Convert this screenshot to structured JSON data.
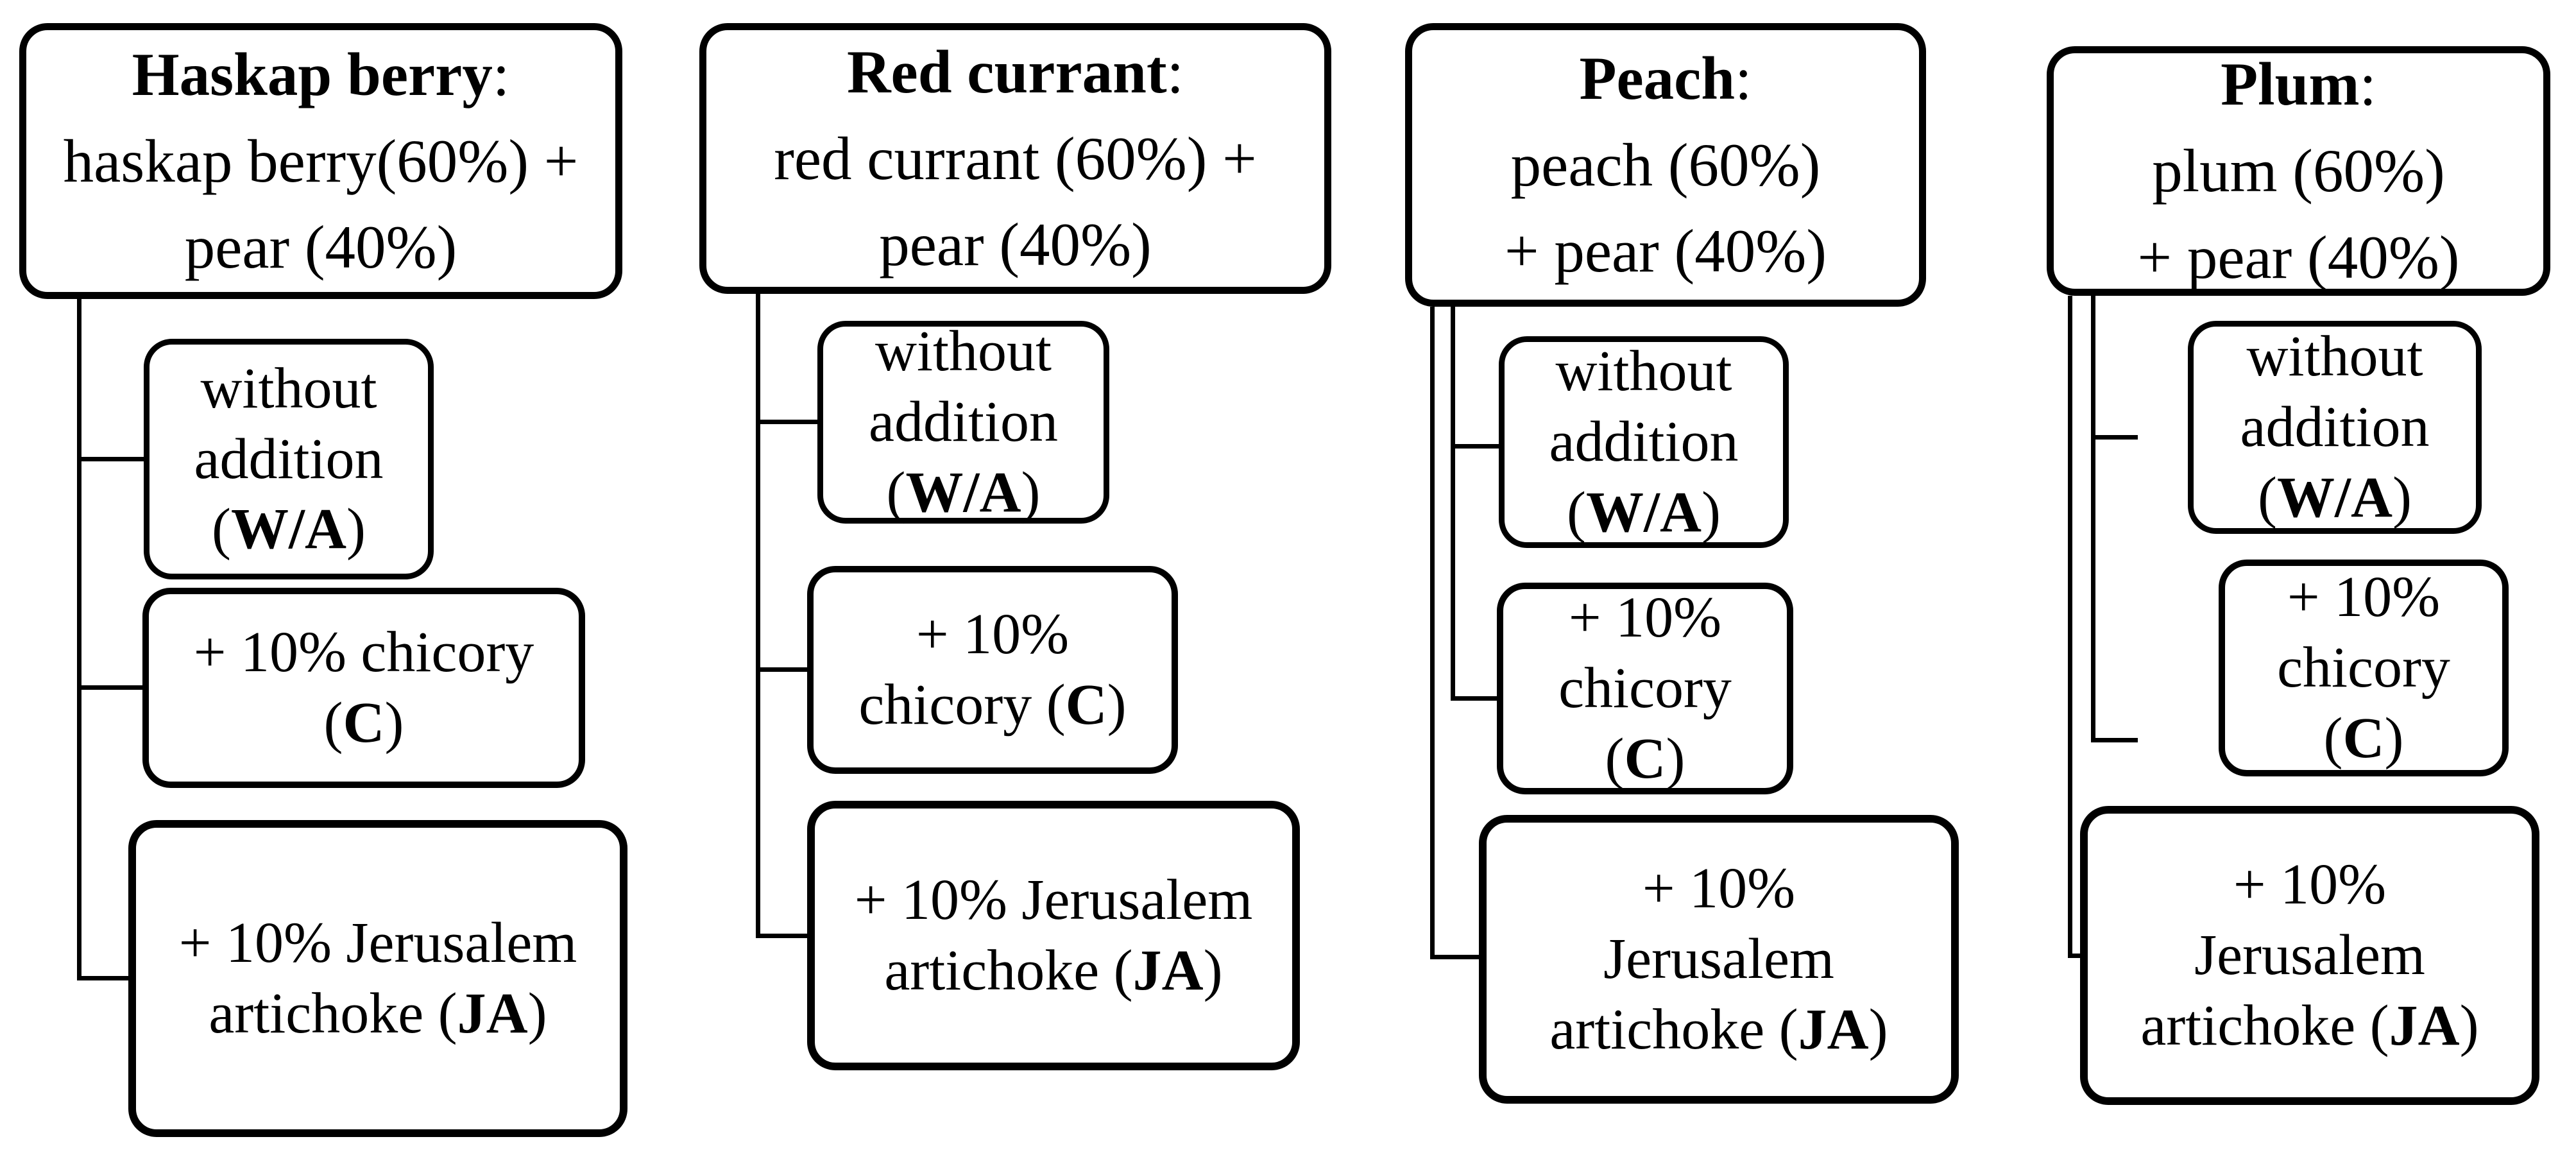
{
  "colors": {
    "background": "#ffffff",
    "ink": "#000000",
    "box_fill": "#ffffff"
  },
  "diagram": {
    "description_layout": "four juice-blend flowchart columns, each parent box with three variant child boxes",
    "columns": [
      {
        "id": "haskap-berry",
        "fruit": "Haskap berry",
        "parent_lines": [
          [
            {
              "text": "Haskap berry",
              "bold": true
            },
            {
              "text": ":"
            }
          ],
          [
            {
              "text": "haskap berry(60%) +"
            }
          ],
          [
            {
              "text": "pear (40%)"
            }
          ]
        ],
        "variants": [
          {
            "id": "without-addition",
            "abbr": "W/A",
            "lines": [
              [
                {
                  "text": "without"
                }
              ],
              [
                {
                  "text": "addition"
                }
              ],
              [
                {
                  "text": "("
                },
                {
                  "text": "W/A",
                  "bold": true
                },
                {
                  "text": ")"
                }
              ]
            ]
          },
          {
            "id": "chicory",
            "abbr": "C",
            "lines": [
              [
                {
                  "text": "+ 10% chicory"
                }
              ],
              [
                {
                  "text": "("
                },
                {
                  "text": "C",
                  "bold": true
                },
                {
                  "text": ")"
                }
              ]
            ]
          },
          {
            "id": "jerusalem-artichoke",
            "abbr": "JA",
            "lines": [
              [
                {
                  "text": "+ 10% Jerusalem"
                }
              ],
              [
                {
                  "text": "artichoke ("
                },
                {
                  "text": "JA",
                  "bold": true
                },
                {
                  "text": ")"
                }
              ]
            ]
          }
        ]
      },
      {
        "id": "red-currant",
        "fruit": "Red currant",
        "parent_lines": [
          [
            {
              "text": "Red currant",
              "bold": true
            },
            {
              "text": ":"
            }
          ],
          [
            {
              "text": "red currant (60%) +"
            }
          ],
          [
            {
              "text": "pear (40%)"
            }
          ]
        ],
        "variants": [
          {
            "id": "without-addition",
            "abbr": "W/A",
            "lines": [
              [
                {
                  "text": "without"
                }
              ],
              [
                {
                  "text": "addition"
                }
              ],
              [
                {
                  "text": "("
                },
                {
                  "text": "W/A",
                  "bold": true
                },
                {
                  "text": ")"
                }
              ]
            ]
          },
          {
            "id": "chicory",
            "abbr": "C",
            "lines": [
              [
                {
                  "text": "+ 10%"
                }
              ],
              [
                {
                  "text": "chicory ("
                },
                {
                  "text": "C",
                  "bold": true
                },
                {
                  "text": ")"
                }
              ]
            ]
          },
          {
            "id": "jerusalem-artichoke",
            "abbr": "JA",
            "lines": [
              [
                {
                  "text": "+ 10% Jerusalem"
                }
              ],
              [
                {
                  "text": "artichoke ("
                },
                {
                  "text": "JA",
                  "bold": true
                },
                {
                  "text": ")"
                }
              ]
            ]
          }
        ]
      },
      {
        "id": "peach",
        "fruit": "Peach",
        "parent_lines": [
          [
            {
              "text": "Peach",
              "bold": true
            },
            {
              "text": ":"
            }
          ],
          [
            {
              "text": "peach (60%)"
            }
          ],
          [
            {
              "text": "+ pear (40%)"
            }
          ]
        ],
        "variants": [
          {
            "id": "without-addition",
            "abbr": "W/A",
            "lines": [
              [
                {
                  "text": "without"
                }
              ],
              [
                {
                  "text": "addition"
                }
              ],
              [
                {
                  "text": "("
                },
                {
                  "text": "W/A",
                  "bold": true
                },
                {
                  "text": ")"
                }
              ]
            ]
          },
          {
            "id": "chicory",
            "abbr": "C",
            "lines": [
              [
                {
                  "text": "+ 10%"
                }
              ],
              [
                {
                  "text": "chicory"
                }
              ],
              [
                {
                  "text": "("
                },
                {
                  "text": "C",
                  "bold": true
                },
                {
                  "text": ")"
                }
              ]
            ]
          },
          {
            "id": "jerusalem-artichoke",
            "abbr": "JA",
            "lines": [
              [
                {
                  "text": "+ 10%"
                }
              ],
              [
                {
                  "text": "Jerusalem"
                }
              ],
              [
                {
                  "text": "artichoke ("
                },
                {
                  "text": "JA",
                  "bold": true
                },
                {
                  "text": ")"
                }
              ]
            ]
          }
        ]
      },
      {
        "id": "plum",
        "fruit": "Plum",
        "parent_lines": [
          [
            {
              "text": "Plum",
              "bold": true
            },
            {
              "text": ":"
            }
          ],
          [
            {
              "text": "plum (60%)"
            }
          ],
          [
            {
              "text": "+ pear (40%)"
            }
          ]
        ],
        "variants": [
          {
            "id": "without-addition",
            "abbr": "W/A",
            "lines": [
              [
                {
                  "text": "without"
                }
              ],
              [
                {
                  "text": "addition"
                }
              ],
              [
                {
                  "text": "("
                },
                {
                  "text": "W/A",
                  "bold": true
                },
                {
                  "text": ")"
                }
              ]
            ]
          },
          {
            "id": "chicory",
            "abbr": "C",
            "lines": [
              [
                {
                  "text": "+ 10%"
                }
              ],
              [
                {
                  "text": "chicory"
                }
              ],
              [
                {
                  "text": "("
                },
                {
                  "text": "C",
                  "bold": true
                },
                {
                  "text": ")"
                }
              ]
            ]
          },
          {
            "id": "jerusalem-artichoke",
            "abbr": "JA",
            "lines": [
              [
                {
                  "text": "+ 10%"
                }
              ],
              [
                {
                  "text": "Jerusalem"
                }
              ],
              [
                {
                  "text": "artichoke ("
                },
                {
                  "text": "JA",
                  "bold": true
                },
                {
                  "text": ")"
                }
              ]
            ]
          }
        ]
      }
    ]
  }
}
